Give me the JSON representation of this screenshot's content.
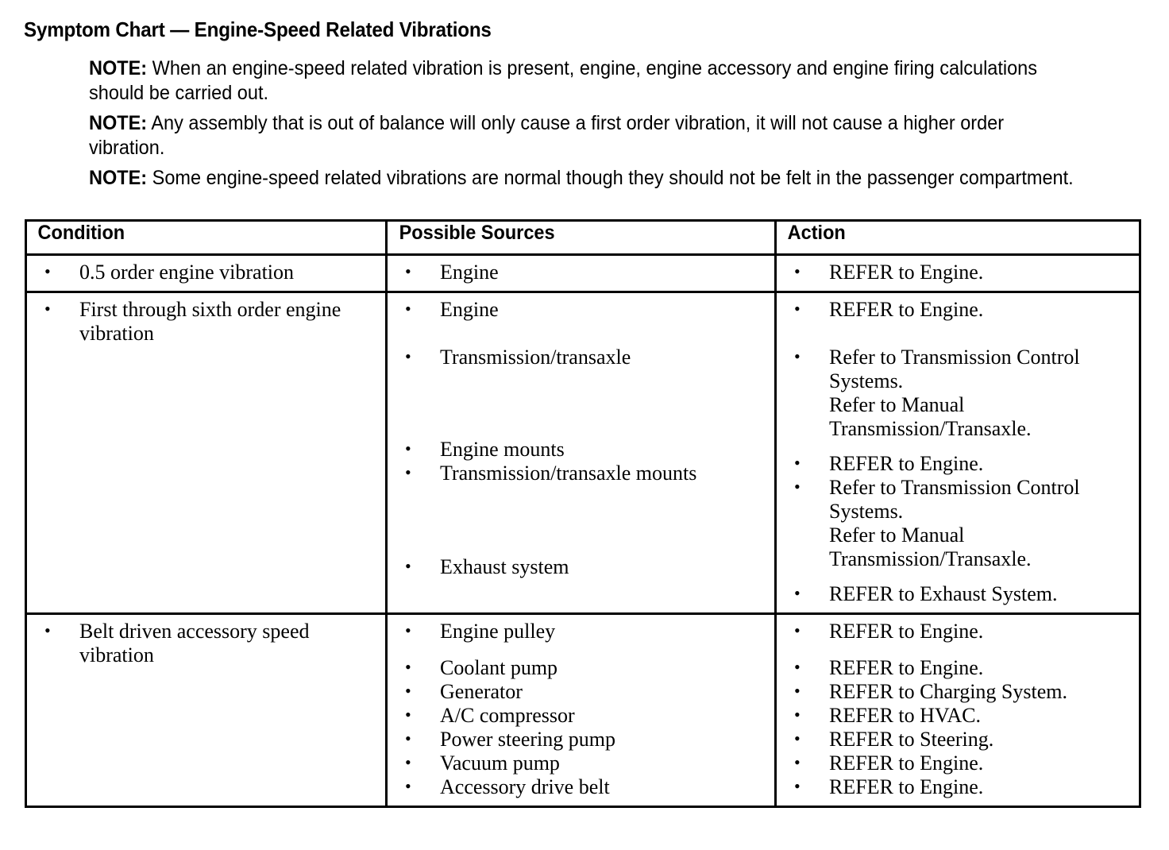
{
  "document": {
    "title": "Symptom Chart — Engine-Speed Related Vibrations",
    "notes": [
      {
        "label": "NOTE:",
        "text": "When an engine-speed related vibration is present, engine, engine accessory and engine firing calculations should be carried out."
      },
      {
        "label": "NOTE:",
        "text": "Any assembly that is out of balance will only cause a first order vibration, it will not cause a higher order vibration."
      },
      {
        "label": "NOTE:",
        "text": "Some engine-speed related vibrations are normal though they should not be felt in the passenger compartment."
      }
    ]
  },
  "table": {
    "headers": {
      "condition": "Condition",
      "sources": "Possible Sources",
      "action": "Action"
    },
    "rows": [
      {
        "condition": [
          "0.5 order engine vibration"
        ],
        "sources_groups": [
          {
            "items": [
              "Engine"
            ]
          }
        ],
        "action_groups": [
          {
            "items": [
              "REFER to Engine."
            ]
          }
        ]
      },
      {
        "condition": [
          "First through sixth order engine vibration"
        ],
        "sources_groups": [
          {
            "items": [
              "Engine"
            ]
          },
          {
            "items": [
              "Transmission/transaxle"
            ]
          },
          {
            "items": [
              "Engine mounts",
              "Transmission/transaxle mounts"
            ]
          },
          {
            "items": [
              "Exhaust system"
            ]
          }
        ],
        "action_groups": [
          {
            "items": [
              "REFER to Engine."
            ]
          },
          {
            "items": [
              "Refer to Transmission Control Systems."
            ],
            "continuation": "Refer to  Manual Transmission/Transaxle."
          },
          {
            "items": [
              "REFER to Engine.",
              "Refer to Transmission Control Systems."
            ],
            "continuation": "Refer to  Manual Transmission/Transaxle."
          },
          {
            "items": [
              "REFER to Exhaust System."
            ]
          }
        ]
      },
      {
        "condition": [
          "Belt driven accessory speed vibration"
        ],
        "sources_groups": [
          {
            "items": [
              "Engine pulley"
            ]
          },
          {
            "items": [
              "Coolant pump",
              "Generator",
              "A/C compressor",
              "Power steering pump",
              "Vacuum pump",
              "Accessory drive belt"
            ]
          }
        ],
        "action_groups": [
          {
            "items": [
              "REFER to Engine."
            ]
          },
          {
            "items": [
              "REFER to Engine.",
              "REFER to Charging System.",
              "REFER to HVAC.",
              "REFER to Steering.",
              "REFER to Engine.",
              "REFER to Engine."
            ]
          }
        ]
      }
    ]
  }
}
